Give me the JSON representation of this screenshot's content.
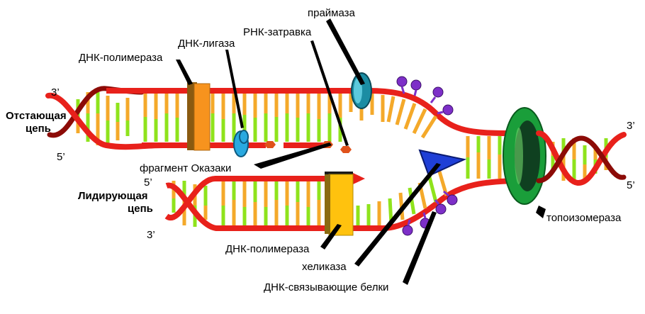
{
  "labels": {
    "primase": "праймаза",
    "rna_primer": "РНК-затравка",
    "dna_ligase": "ДНК-лигаза",
    "dna_polymerase_top": "ДНК-полимераза",
    "okazaki_fragment": "фрагмент Оказаки",
    "dna_polymerase_bottom": "ДНК-полимераза",
    "helicase": "хеликаза",
    "ssb_proteins": "ДНК-связывающие белки",
    "topoisomerase": "топоизомераза",
    "lagging_strand_line1": "Отстающая",
    "lagging_strand_line2": "цепь",
    "leading_strand_line1": "Лидирующая",
    "leading_strand_line2": "цепь"
  },
  "strand_ends": {
    "lagging_3": "3’",
    "lagging_5": "5’",
    "leading_5": "5’",
    "leading_3": "3’",
    "right_3": "3’",
    "right_5": "5’"
  },
  "colors": {
    "backbone": "#e8211b",
    "backbone_dark": "#8c0b07",
    "base_orange": "#f4a92a",
    "base_green": "#8fe31c",
    "polymerase_top": "#f7931e",
    "polymerase_bottom": "#ffc20e",
    "ligase": "#29a9e0",
    "primase": "#1b8da3",
    "helicase": "#1f3fd6",
    "topoisomerase": "#1a9e3a",
    "ssb": "#7d2fc8"
  }
}
